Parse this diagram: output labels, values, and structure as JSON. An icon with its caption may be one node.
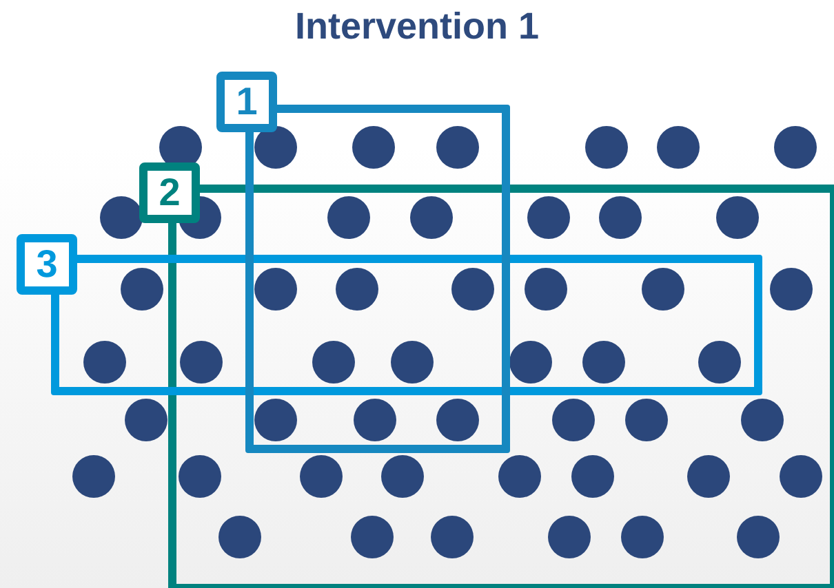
{
  "diagram": {
    "title": "Intervention 1",
    "nodes": [
      {
        "text": [
          "1"
        ]
      },
      {
        "text": [
          "2"
        ]
      },
      {
        "text": [
          "3"
        ]
      }
    ]
  }
}
